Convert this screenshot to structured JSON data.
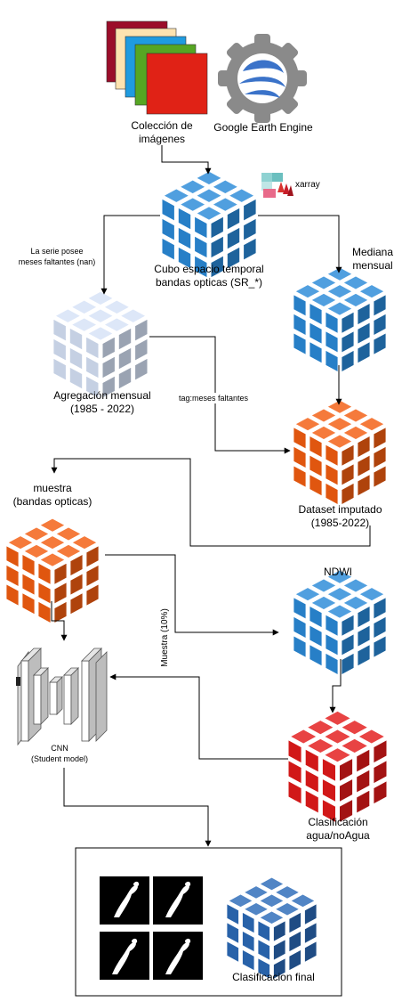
{
  "nodes": {
    "collection": {
      "label_1": "Colección de",
      "label_2": "imágenes"
    },
    "gee": {
      "label": "Google Earth Engine"
    },
    "xarray": {
      "label": "xarray"
    },
    "cube": {
      "label_1": "Cubo espacio temporal",
      "label_2": "bandas opticas (SR_*)"
    },
    "aggregation": {
      "label_1": "Agregación mensual",
      "label_2": "(1985 - 2022)"
    },
    "median": {
      "label_1": "Mediana",
      "label_2": "mensual"
    },
    "imputed": {
      "label_1": "Dataset imputado",
      "label_2": "(1985-2022)"
    },
    "sample": {
      "label_1": "muestra",
      "label_2": "(bandas opticas)"
    },
    "ndwi": {
      "label": "NDWI"
    },
    "cnn": {
      "label_1": "CNN",
      "label_2": "(Student model)"
    },
    "classification": {
      "label_1": "Clasificación",
      "label_2": "agua/noAgua"
    },
    "final": {
      "label": "Clasificacion final"
    }
  },
  "edges": {
    "missing_months": {
      "label_1": "La serie posee",
      "label_2": "meses faltantes (nan)"
    },
    "tag_missing": {
      "label": "tag:meses faltantes"
    },
    "sample_pct": {
      "label": "Muestra (10%)"
    }
  },
  "colors": {
    "blue_cube": "#2a8ad8",
    "light_cube": "#d6e2f7",
    "orange_cube": "#f35d10",
    "red_cube": "#e31a1a",
    "final_cube": "#2b6ab8",
    "gee_gray": "#7f7f7f",
    "gee_blue": "#3b73c9"
  }
}
